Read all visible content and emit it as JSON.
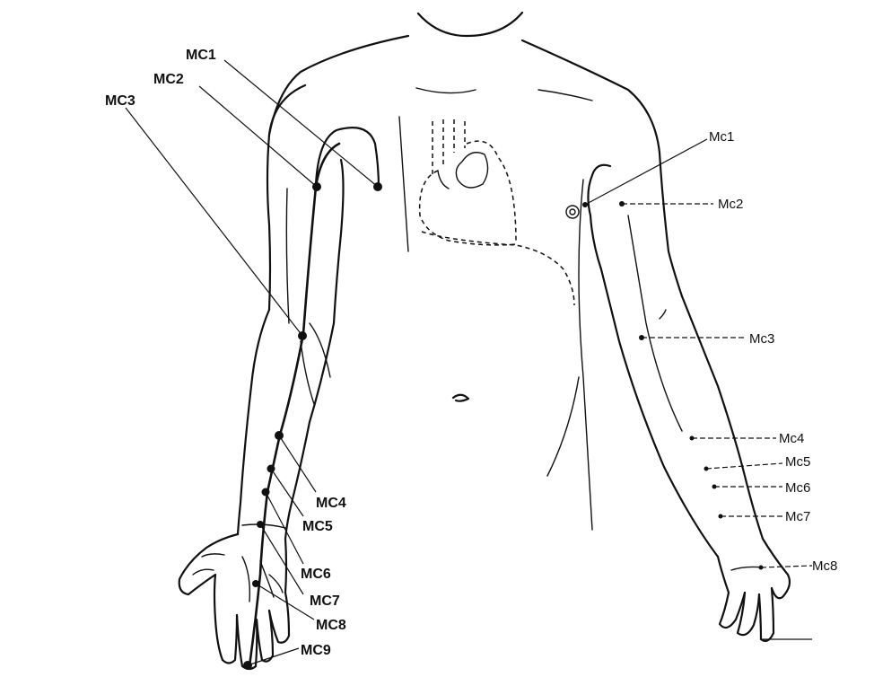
{
  "left_labels": [
    "MC1",
    "MC2",
    "MC3",
    "MC4",
    "MC5",
    "MC6",
    "MC7",
    "MC8",
    "MC9"
  ],
  "right_labels": [
    "Mc1",
    "Mc2",
    "Mc3",
    "Mc4",
    "Mc5",
    "Mc6",
    "Mc7",
    "Mc8"
  ],
  "colors": {
    "ink": "#111111",
    "background": "#ffffff"
  }
}
